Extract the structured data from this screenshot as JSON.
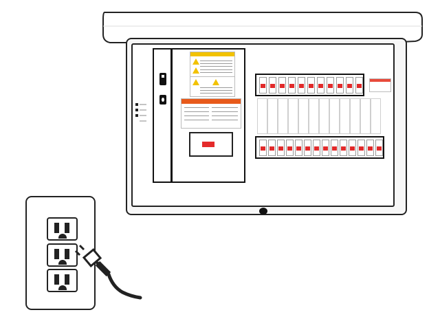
{
  "scene": {
    "panel": {
      "lid_color": "#ffffff",
      "breaker_accent": "#e12a2a",
      "warning_color": "#f2c200",
      "caution_color": "#e85a1b",
      "top_row_breaker_count": 11,
      "bottom_row_breaker_count": 14
    },
    "outlet": {
      "socket_count": 3,
      "plug_icon": "power-plug-icon"
    }
  }
}
